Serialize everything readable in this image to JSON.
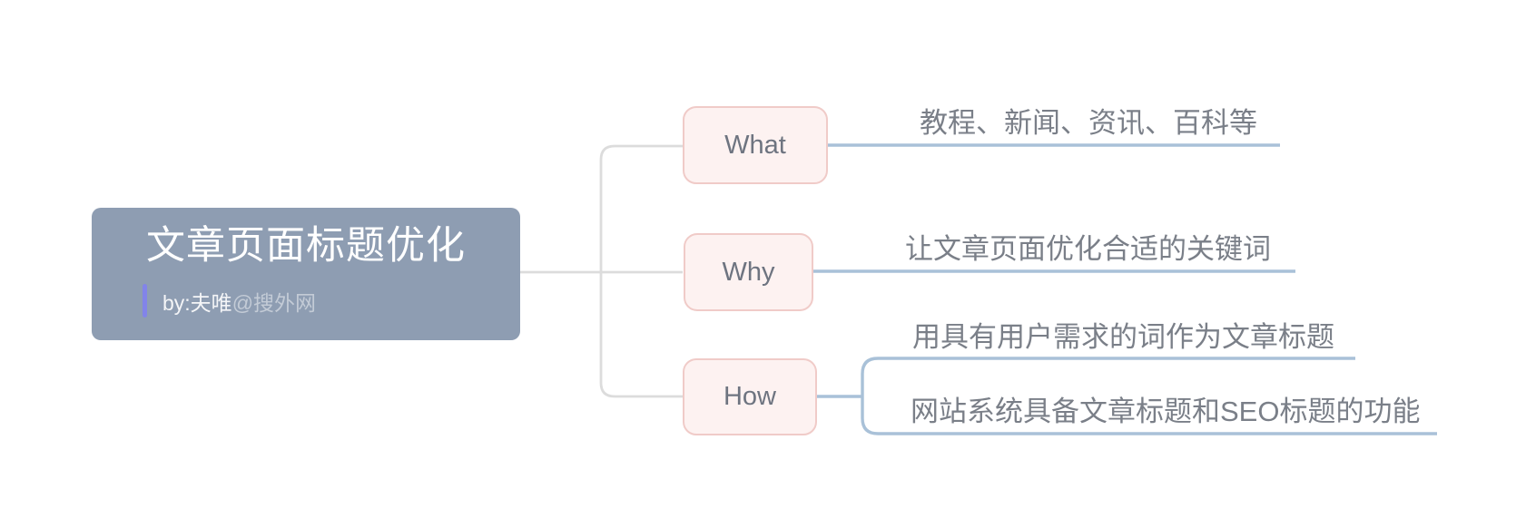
{
  "root": {
    "title": "文章页面标题优化",
    "byline": {
      "main": "by:夫唯",
      "suffix": "@搜外网"
    }
  },
  "branches": [
    {
      "label": "What",
      "leaves": [
        "教程、新闻、资讯、百科等"
      ]
    },
    {
      "label": "Why",
      "leaves": [
        "让文章页面优化合适的关键词"
      ]
    },
    {
      "label": "How",
      "leaves": [
        "用具有用户需求的词作为文章标题",
        "网站系统具备文章标题和SEO标题的功能"
      ]
    }
  ],
  "icons": {
    "byline_bar": "vertical-accent-bar"
  },
  "colors": {
    "root_bg": "#8e9db2",
    "root_title": "#ffffff",
    "byline_bar": "#8284e9",
    "byline_main": "#f4f5f7",
    "byline_suffix": "#c3cbd6",
    "topic_bg": "#fdf2f1",
    "topic_border": "#f0cbc8",
    "topic_text": "#6e7480",
    "leaf_text": "#7a7f88",
    "gray_line": "#dcdcdc",
    "blue_line": "#a9c1d8",
    "canvas_bg": "#ffffff"
  }
}
